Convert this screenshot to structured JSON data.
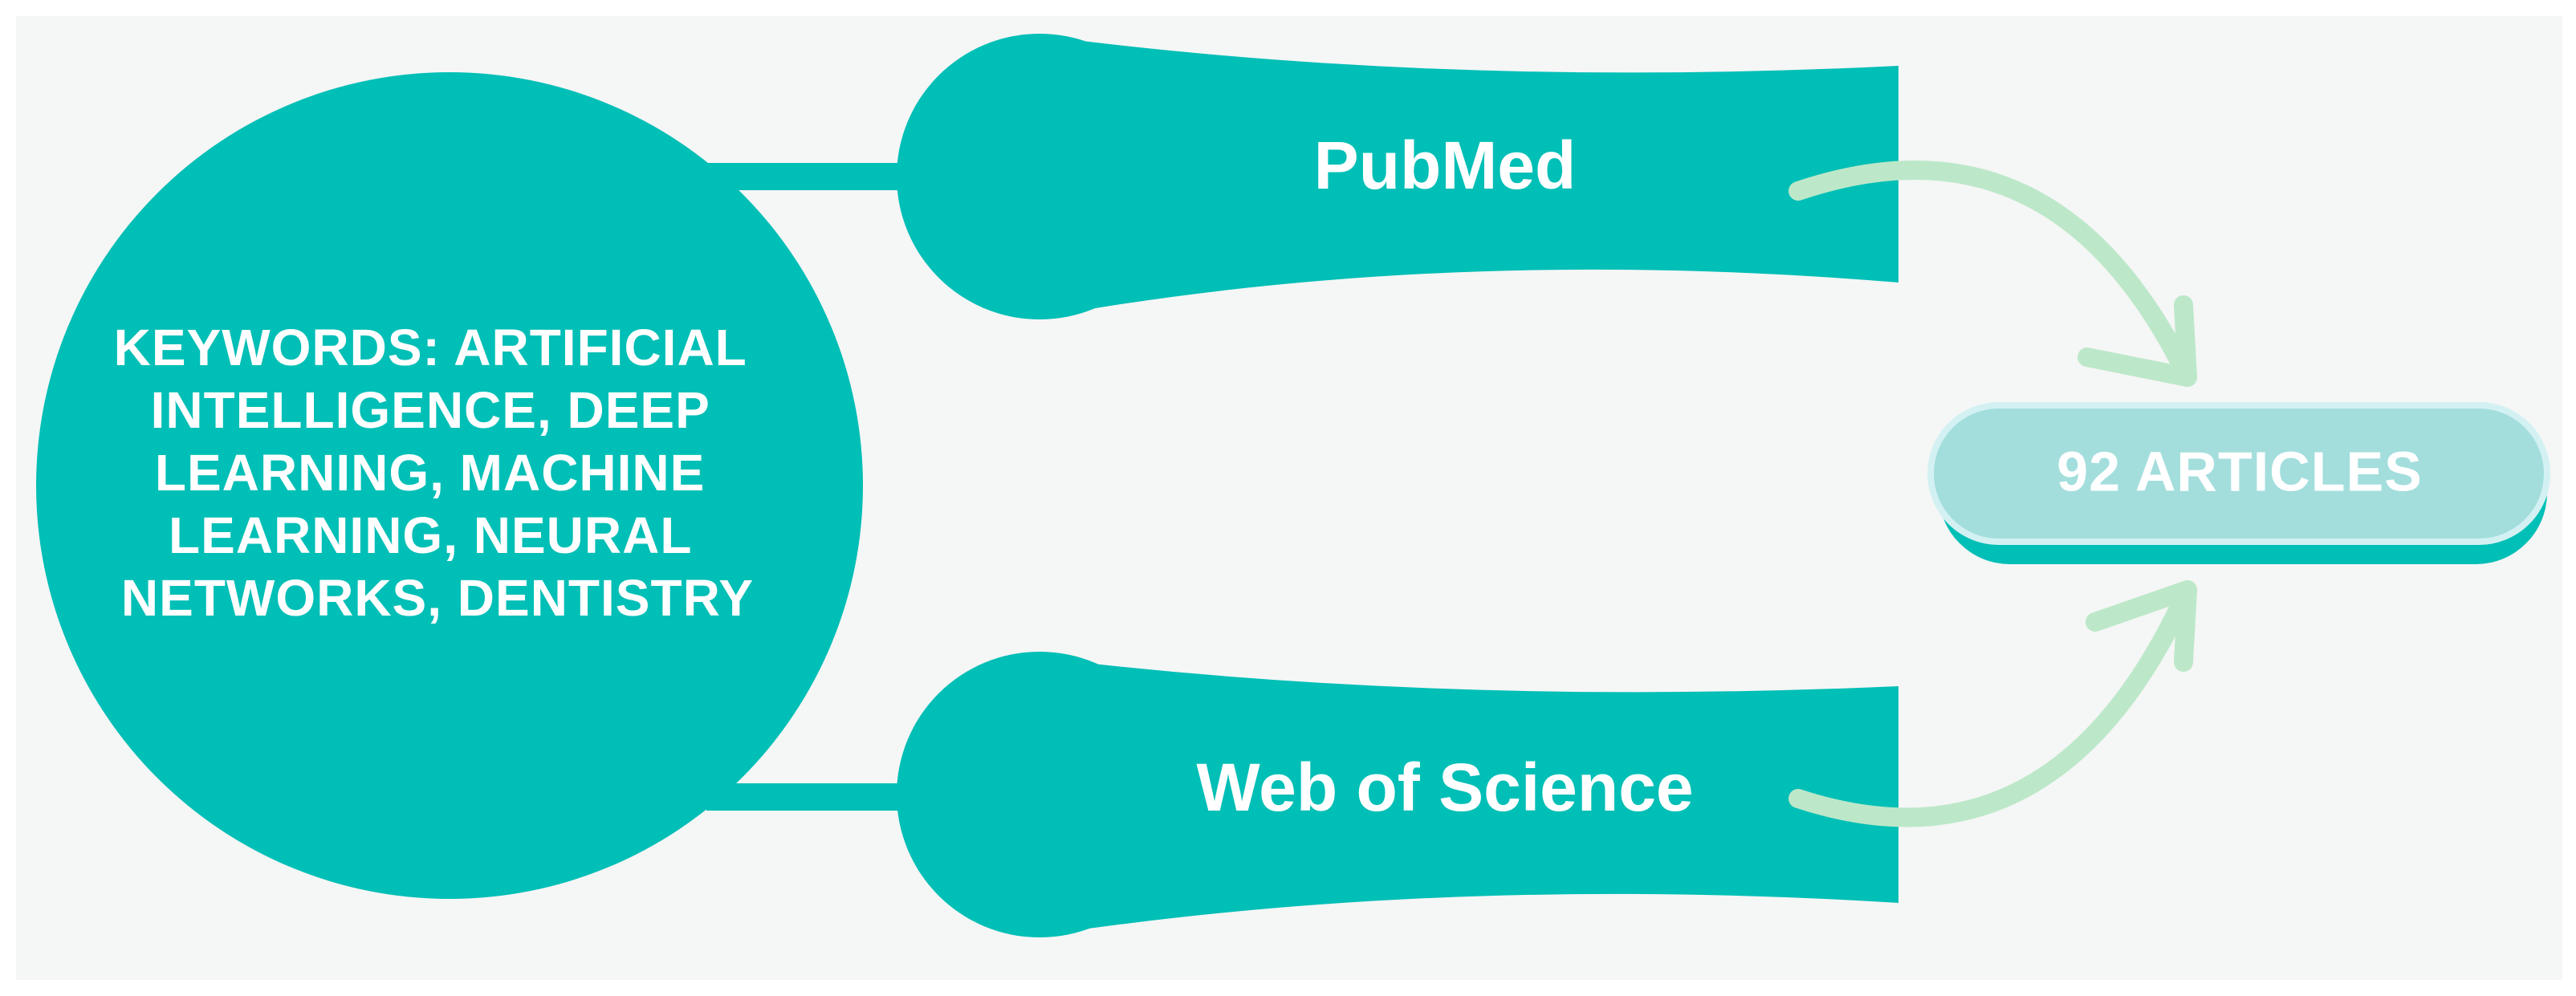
{
  "keywords": {
    "lines": [
      "KEYWORDS: ARTIFICIAL",
      "INTELLIGENCE, DEEP",
      "LEARNING, MACHINE",
      "LEARNING, NEURAL",
      "NETWORKS, DENTISTRY"
    ]
  },
  "sources": [
    {
      "label": "PubMed"
    },
    {
      "label": "Web of Science"
    }
  ],
  "result": {
    "label": "92 ARTICLES"
  },
  "colors": {
    "teal": "#00BFB6",
    "background": "#F5F6F6",
    "result_fill": "#A3DEDD",
    "result_shadow": "#00BFB6",
    "arrow": "#BCE8C9",
    "text": "#FFFFFF"
  }
}
